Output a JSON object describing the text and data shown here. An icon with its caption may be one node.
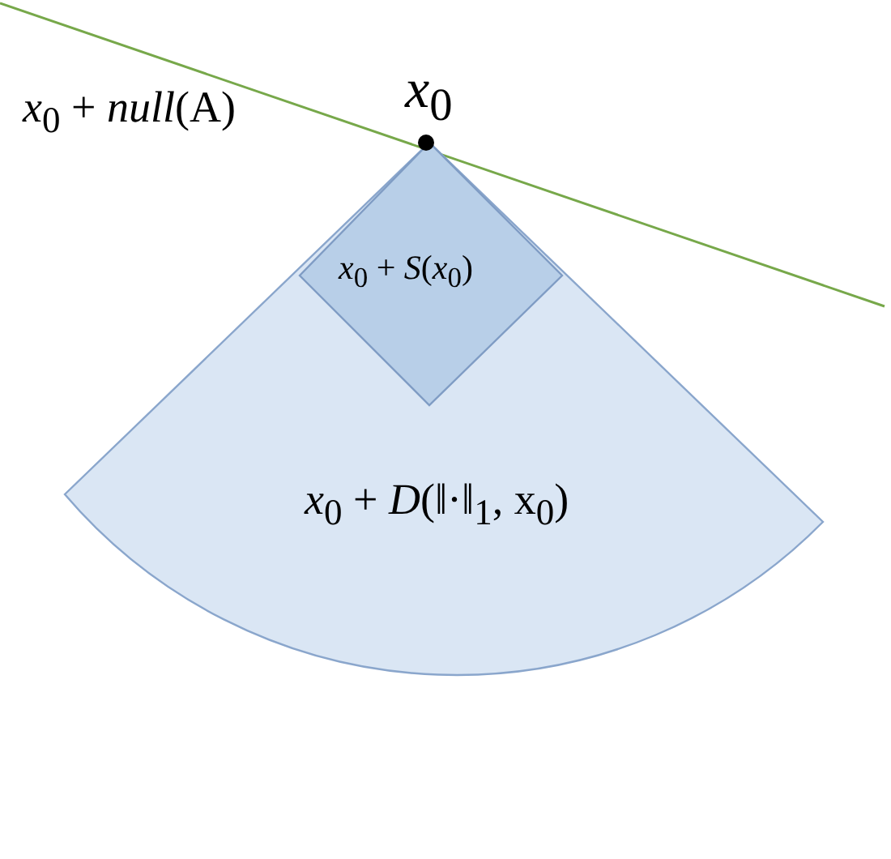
{
  "diagram": {
    "nodes": [
      {
        "text": [
          "*x*$_{0}$ + *D*(‖·‖$_{1}$, x$_{0}$)"
        ]
      },
      {
        "text": [
          "*x*$_{0}$ + *S*(*x*$_{0}$)"
        ],
        "in": 0
      },
      {
        "text": [],
        "shape": "circle",
        "beside": [
          "*x*$_{0}$"
        ]
      }
    ],
    "labels": [
      "*x*$_{0}$ + *null*(A)"
    ]
  }
}
